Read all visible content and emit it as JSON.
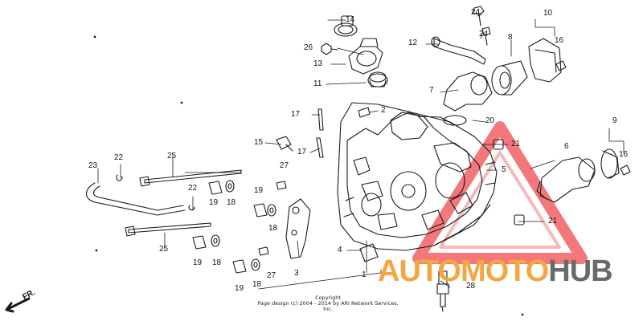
{
  "diagram": {
    "callouts": [
      {
        "id": "c1",
        "text": "1"
      },
      {
        "id": "c2",
        "text": "2"
      },
      {
        "id": "c3",
        "text": "3"
      },
      {
        "id": "c4",
        "text": "4"
      },
      {
        "id": "c5",
        "text": "5"
      },
      {
        "id": "c6",
        "text": "6"
      },
      {
        "id": "c7",
        "text": "7"
      },
      {
        "id": "c8",
        "text": "8"
      },
      {
        "id": "c9",
        "text": "9"
      },
      {
        "id": "c10",
        "text": "10"
      },
      {
        "id": "c11",
        "text": "11"
      },
      {
        "id": "c12",
        "text": "12"
      },
      {
        "id": "c13",
        "text": "13"
      },
      {
        "id": "c14",
        "text": "14"
      },
      {
        "id": "c15",
        "text": "15"
      },
      {
        "id": "c16a",
        "text": "16"
      },
      {
        "id": "c16b",
        "text": "16"
      },
      {
        "id": "c17a",
        "text": "17"
      },
      {
        "id": "c17b",
        "text": "17"
      },
      {
        "id": "c18a",
        "text": "18"
      },
      {
        "id": "c18b",
        "text": "18"
      },
      {
        "id": "c18c",
        "text": "18"
      },
      {
        "id": "c18d",
        "text": "18"
      },
      {
        "id": "c19a",
        "text": "19"
      },
      {
        "id": "c19b",
        "text": "19"
      },
      {
        "id": "c19c",
        "text": "19"
      },
      {
        "id": "c19d",
        "text": "19"
      },
      {
        "id": "c20",
        "text": "20"
      },
      {
        "id": "c21a",
        "text": "21"
      },
      {
        "id": "c21b",
        "text": "21"
      },
      {
        "id": "c22a",
        "text": "22"
      },
      {
        "id": "c22b",
        "text": "22"
      },
      {
        "id": "c23",
        "text": "23"
      },
      {
        "id": "c24a",
        "text": "24"
      },
      {
        "id": "c24b",
        "text": "24"
      },
      {
        "id": "c25a",
        "text": "25"
      },
      {
        "id": "c25b",
        "text": "25"
      },
      {
        "id": "c26",
        "text": "26"
      },
      {
        "id": "c27a",
        "text": "27"
      },
      {
        "id": "c27b",
        "text": "27"
      },
      {
        "id": "c28",
        "text": "28"
      }
    ],
    "copyright_line1": "Copyright",
    "copyright_line2": "Page design (c) 2004 - 2014 by ARI Network Services, Inc.",
    "front_arrow_label": "FR."
  },
  "watermark": {
    "text_part1": "AUTO",
    "text_part2": "MOTO",
    "text_part3": "HUB",
    "colors": {
      "orange": "#f4a640",
      "gray": "#6a6a6a",
      "triangle": "#e8333a"
    }
  }
}
